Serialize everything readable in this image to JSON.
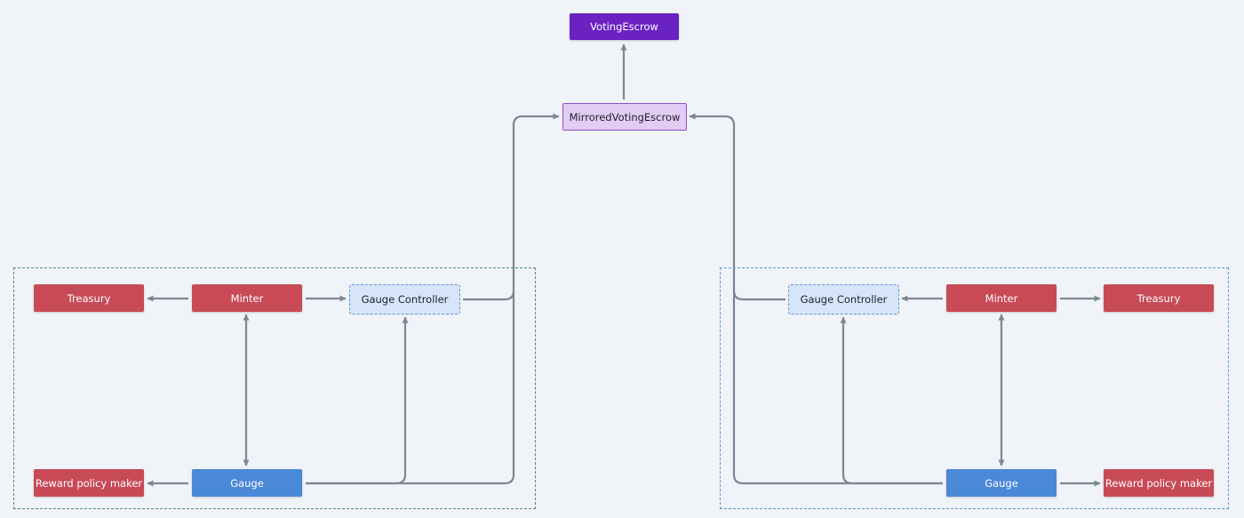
{
  "nodes": {
    "voting_escrow": "VotingEscrow",
    "mirrored_voting_escrow": "MirroredVotingEscrow",
    "left": {
      "treasury": "Treasury",
      "minter": "Minter",
      "gauge_controller": "Gauge Controller",
      "reward_policy_maker": "Reward policy maker",
      "gauge": "Gauge"
    },
    "right": {
      "gauge_controller": "Gauge Controller",
      "minter": "Minter",
      "treasury": "Treasury",
      "gauge": "Gauge",
      "reward_policy_maker": "Reward policy maker"
    }
  },
  "colors": {
    "background": "#f0f3f7",
    "red_node": "#c84a57",
    "blue_node": "#4a88d8",
    "purple_node": "#6a22c3",
    "lilac_node": "#e2ccf3",
    "gauge_controller_fill": "#d6e6f8",
    "arrow": "#7b8794"
  }
}
